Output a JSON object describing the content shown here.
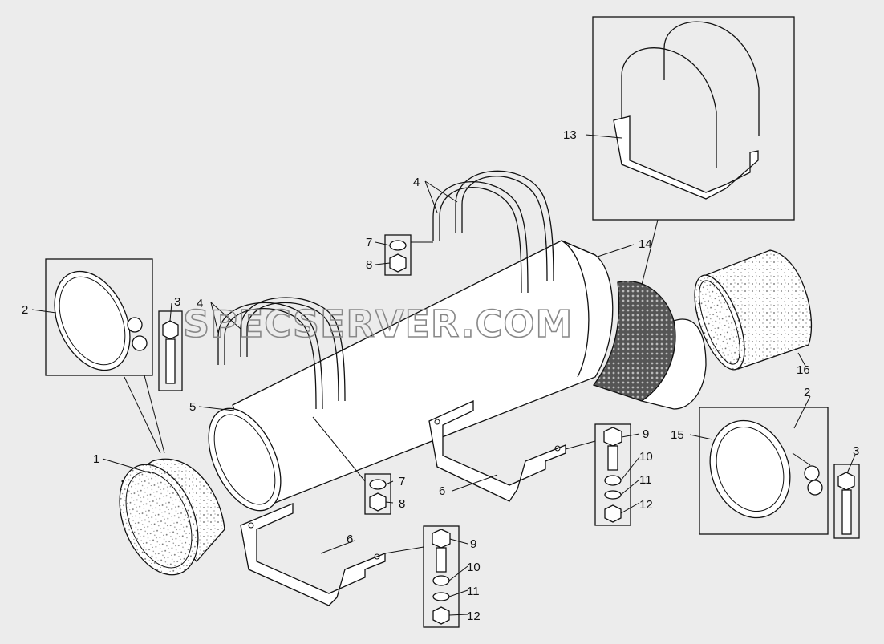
{
  "watermark": "SPECSERVER.COM",
  "callouts": {
    "c1": "1",
    "c2a": "2",
    "c2b": "2",
    "c3a": "3",
    "c3b": "3",
    "c4a": "4",
    "c4b": "4",
    "c5": "5",
    "c6a": "6",
    "c6b": "6",
    "c7a": "7",
    "c7b": "7",
    "c8a": "8",
    "c8b": "8",
    "c9a": "9",
    "c9b": "9",
    "c10a": "10",
    "c10b": "10",
    "c11a": "11",
    "c11b": "11",
    "c12a": "12",
    "c12b": "12",
    "c13": "13",
    "c14": "14",
    "c15": "15",
    "c16": "16"
  }
}
